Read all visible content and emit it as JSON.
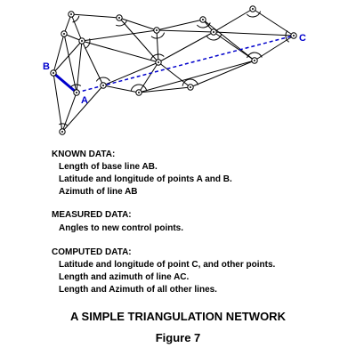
{
  "diagram": {
    "point_labels": {
      "a": "A",
      "b": "B",
      "c": "C"
    },
    "colors": {
      "lines": "#000000",
      "base_line": "#0000cc",
      "label_blue": "#0000cc"
    }
  },
  "known_data": {
    "heading": "KNOWN DATA:",
    "items": [
      "Length of base line AB.",
      "Latitude and longitude of points A and B.",
      "Azimuth of line AB"
    ]
  },
  "measured_data": {
    "heading": "MEASURED DATA:",
    "items": [
      "Angles to new control points."
    ]
  },
  "computed_data": {
    "heading": "COMPUTED DATA:",
    "items": [
      "Latitude and longitude of point C, and other points.",
      "Length and azimuth of line AC.",
      "Length and Azimuth of all other lines."
    ]
  },
  "caption": {
    "title": "A SIMPLE TRIANGULATION NETWORK",
    "figure": "Figure 7"
  }
}
